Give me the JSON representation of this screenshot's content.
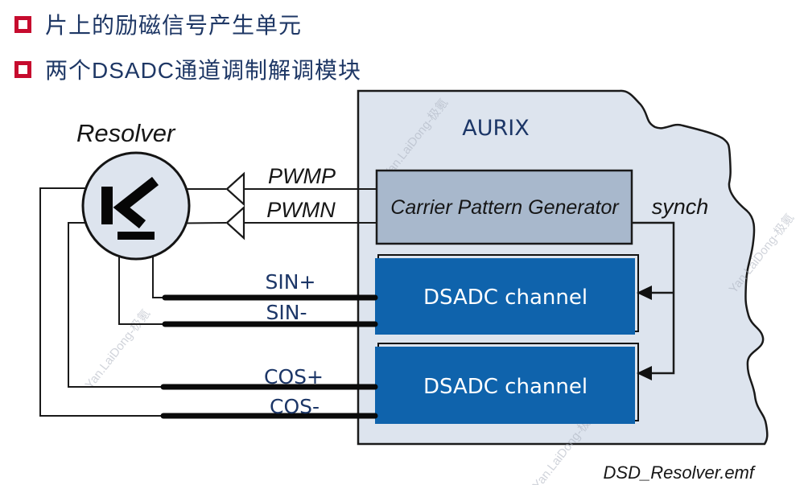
{
  "bullets": [
    {
      "text": "片上的励磁信号产生单元"
    },
    {
      "text": "两个DSADC通道调制解调模块"
    }
  ],
  "diagram": {
    "resolver_label": "Resolver",
    "aurix_label": "AURIX",
    "carrier_label": "Carrier Pattern Generator",
    "synch_label": "synch",
    "dsadc_channel_top": "DSADC channel",
    "dsadc_channel_bottom": "DSADC channel",
    "signals": {
      "pwmp": "PWMP",
      "pwmn": "PWMN",
      "sin_plus": "SIN+",
      "sin_minus": "SIN-",
      "cos_plus": "COS+",
      "cos_minus": "COS-"
    },
    "filename": "DSD_Resolver.emf",
    "watermark": "Yan.LaiDong-极氪"
  },
  "colors": {
    "bullet_red": "#c60b2e",
    "heading_navy": "#1e3765",
    "label_navy": "#1c3667",
    "aurix_fill": "#dde4ee",
    "carrier_fill": "#a8b8cc",
    "dsadc_blue": "#0f63ac",
    "line_black": "#1a1a1a"
  }
}
